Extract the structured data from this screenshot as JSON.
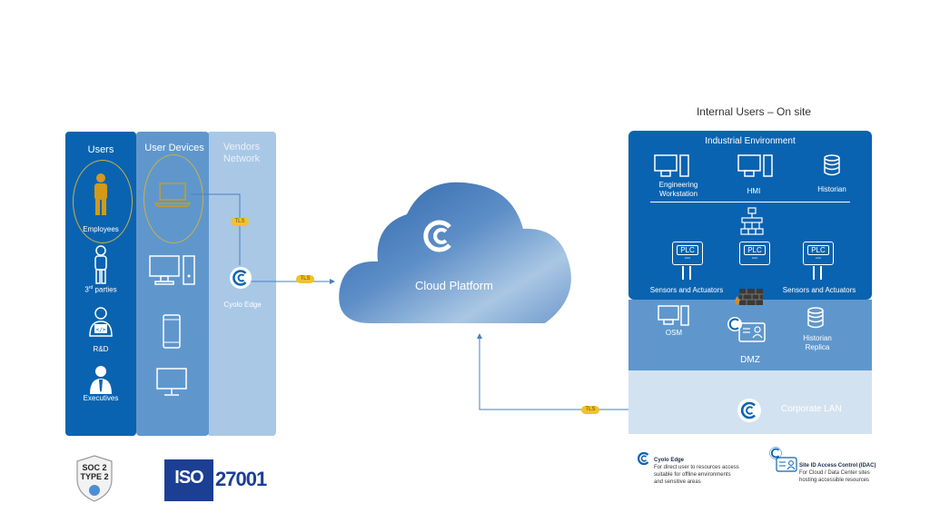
{
  "internal_title": "Internal  Users – On site",
  "columns": {
    "users": "Users",
    "devices": "User Devices",
    "vendors": "Vendors Network"
  },
  "users": {
    "employees": "Employees",
    "third_parties_prefix": "3",
    "third_parties_sup": "rd",
    "third_parties_suffix": " parties",
    "rnd": "R&D",
    "executives": "Executives"
  },
  "cyolo_edge": "Cyolo Edge",
  "tls": "TLS",
  "cloud": {
    "label": "Cloud Platform"
  },
  "industrial": {
    "title": "Industrial Environment",
    "engineering": "Engineering Workstation",
    "hmi": "HMI",
    "historian": "Historian",
    "plc": "PLC",
    "sensors_left": "Sensors and Actuators",
    "sensors_right": "Sensors and Actuators"
  },
  "dmz": {
    "osm": "OSM",
    "historian_replica": "Historian Replica",
    "label": "DMZ"
  },
  "corporate_lan": "Corporate LAN",
  "legend": {
    "edge_title": "Cyolo Edge",
    "edge_desc_1": "For direct user to resources access",
    "edge_desc_2": "suitable  for offline environments",
    "edge_desc_3": "and sensitive areas",
    "idac_title": "Site ID Access  Control (IDAC)",
    "idac_desc_1": "For Cloud / Data Center sites",
    "idac_desc_2": "hosting accessible resources"
  },
  "certs": {
    "soc_line1": "SOC 2",
    "soc_line2": "TYPE 2",
    "iso_mark": "ISO",
    "iso_number": "27001"
  },
  "colors": {
    "dark_blue": "#0a63b0",
    "mid_blue": "#5f97cd",
    "light_blue": "#a9c8e6",
    "gold": "#d29a16",
    "tls_yellow": "#f2c12e"
  }
}
